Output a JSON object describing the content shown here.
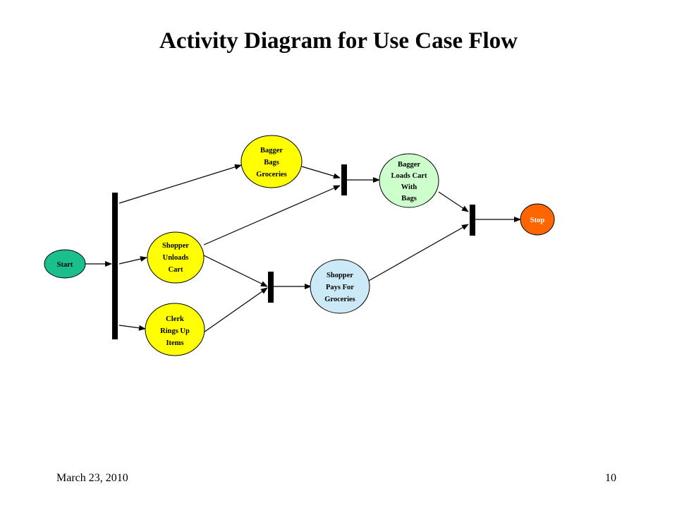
{
  "title": "Activity Diagram for Use Case Flow",
  "footer": {
    "date": "March 23, 2010",
    "page_number": "10"
  },
  "nodes": {
    "start": {
      "lines": [
        "Start"
      ],
      "color": "#1bbf8e"
    },
    "bagger_bags": {
      "lines": [
        "Bagger",
        "Bags",
        "Groceries"
      ],
      "color": "#ffff00"
    },
    "shopper_unloads": {
      "lines": [
        "Shopper",
        "Unloads",
        "Cart"
      ],
      "color": "#ffff00"
    },
    "clerk_rings": {
      "lines": [
        "Clerk",
        "Rings Up",
        "Items"
      ],
      "color": "#ffff00"
    },
    "bagger_loads": {
      "lines": [
        "Bagger",
        "Loads Cart",
        "With",
        "Bags"
      ],
      "color": "#ccffcc"
    },
    "shopper_pays": {
      "lines": [
        "Shopper",
        "Pays For",
        "Groceries"
      ],
      "color": "#cce9f7"
    },
    "stop": {
      "lines": [
        "Stop"
      ],
      "color": "#ff6600"
    }
  }
}
